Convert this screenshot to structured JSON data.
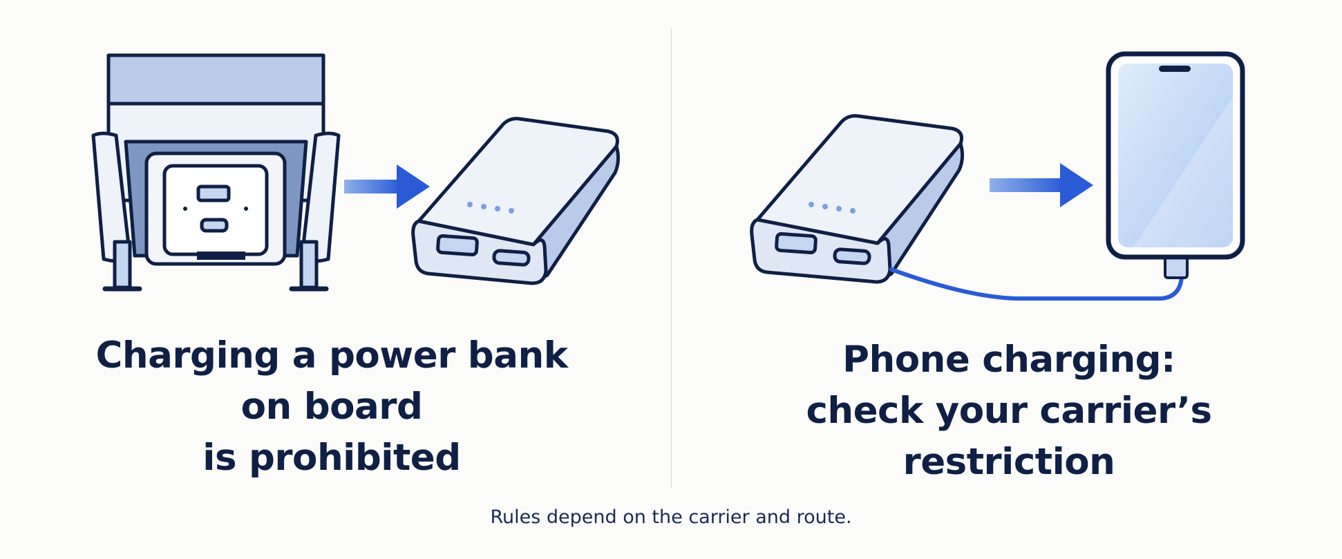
{
  "panels": [
    {
      "id": "inflight-power-bank-charging",
      "headline_lines": [
        "Charging a power bank",
        "on board",
        "is prohibited"
      ],
      "icons": [
        "seat-power-outlet-icon",
        "arrow-right-icon",
        "power-bank-icon"
      ]
    },
    {
      "id": "phone-charging",
      "headline_lines": [
        "Phone charging:",
        "check your carrier’s",
        "restriction"
      ],
      "icons": [
        "power-bank-icon",
        "arrow-right-icon",
        "smartphone-icon",
        "charging-cable-icon"
      ]
    }
  ],
  "footnote": "Rules depend on the carrier and route.",
  "colors": {
    "navy": "#0f1f45",
    "accent_blue": "#2a5bd7",
    "light_blue": "#c4d6f0",
    "background": "#fbfbf9"
  }
}
